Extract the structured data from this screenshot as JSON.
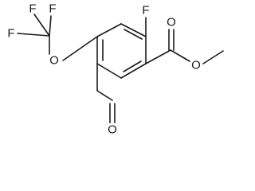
{
  "molecule": {
    "atoms": {
      "F_top": "F",
      "F_cf3_left": "F",
      "F_cf3_top": "F",
      "F_cf3_right": "F",
      "O_ether": "O",
      "O_carbonyl": "O",
      "O_ester": "O",
      "O_aldehyde": "O"
    }
  }
}
